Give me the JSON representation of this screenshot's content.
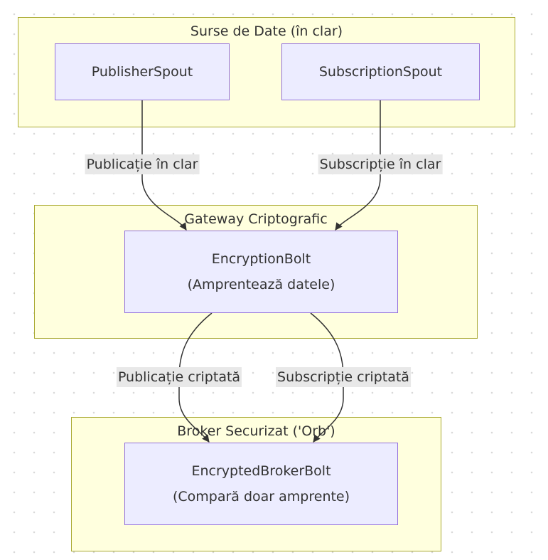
{
  "clusters": {
    "sources": {
      "title": "Surse de Date (în clar)"
    },
    "gateway": {
      "title": "Gateway Criptografic"
    },
    "broker": {
      "title": "Broker Securizat ('Orb')"
    }
  },
  "nodes": {
    "publisher_spout": {
      "label": "PublisherSpout"
    },
    "subscription_spout": {
      "label": "SubscriptionSpout"
    },
    "encryption_bolt": {
      "line1": "EncryptionBolt",
      "line2": "(Amprentează datele)"
    },
    "encrypted_broker_bolt": {
      "line1": "EncryptedBrokerBolt",
      "line2": "(Compară doar amprente)"
    }
  },
  "edges": {
    "pub_plain": {
      "label": "Publicație în clar"
    },
    "sub_plain": {
      "label": "Subscripție în clar"
    },
    "pub_encrypted": {
      "label": "Publicație criptată"
    },
    "sub_encrypted": {
      "label": "Subscripție criptată"
    }
  },
  "colors": {
    "cluster_fill": "#ffffde",
    "cluster_border": "#aaaa33",
    "node_fill": "#ececff",
    "node_border": "#9370db",
    "edge_stroke": "#333333",
    "edge_label_bg": "#e8e8e8"
  }
}
